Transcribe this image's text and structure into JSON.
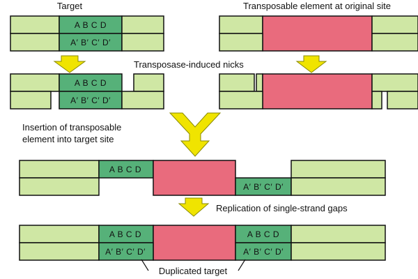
{
  "labels": {
    "target": "Target",
    "transposable_original": "Transposable element at original site",
    "nicks": "Transposase-induced nicks",
    "insertion_line1": "Insertion of transposable",
    "insertion_line2": "element into target site",
    "replication": "Replication of single-strand gaps",
    "duplicated": "Duplicated target"
  },
  "sequence": {
    "top": "A B C D",
    "bottom": "A′ B′ C′ D′"
  },
  "colors": {
    "dna_strand": "#cfe7a4",
    "target_sequence": "#56b179",
    "transposable_element": "#e96b7d",
    "arrow": "#f0e400"
  }
}
